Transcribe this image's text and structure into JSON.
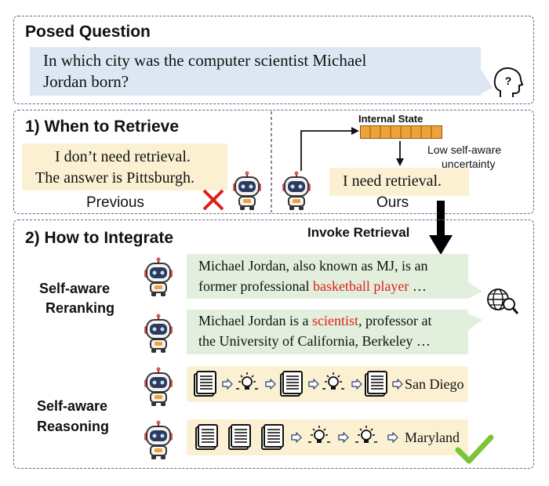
{
  "posed": {
    "title": "Posed Question",
    "question_line1": "In which city was the computer scientist Michael",
    "question_line2": "Jordan born?"
  },
  "when": {
    "title": "1) When to Retrieve",
    "prev_line1": "I don’t need retrieval.",
    "prev_line2": "The answer is Pittsburgh.",
    "prev_caption": "Previous",
    "internal_state": "Internal State",
    "uncertainty_line1": "Low self-aware",
    "uncertainty_line2": "uncertainty",
    "ours_text": "I  need retrieval.",
    "ours_caption": "Ours",
    "invoke": "Invoke Retrieval"
  },
  "how": {
    "title": "2) How to Integrate",
    "rerank_label1": "Self-aware",
    "rerank_label2": "Reranking",
    "reason_label1": "Self-aware",
    "reason_label2": "Reasoning",
    "doc1_line1": "Michael Jordan, also known as MJ, is an",
    "doc1_line2_pre": "former professional ",
    "doc1_line2_red": "basketball player",
    "doc1_line2_post": " …",
    "doc2_line1_pre": "Michael Jordan is a ",
    "doc2_line1_red": "scientist",
    "doc2_line1_post": ", professor at",
    "doc2_line2": "the University of California, Berkeley …",
    "answer1": "San Diego",
    "answer2": "Maryland"
  },
  "colors": {
    "blue_bubble": "#dce7f3",
    "yellow_bubble": "#fbf1d2",
    "green_bubble": "#e1efdc",
    "highlight_red": "#e0201b",
    "state_orange": "#f0a23a",
    "check_green": "#7cc33a",
    "panel_border": "#5b6a85"
  },
  "icons": [
    "head-question-icon",
    "robot-icon",
    "cross-icon",
    "brain-robot-icon",
    "globe-search-icon",
    "document-icon",
    "lightbulb-icon",
    "checkmark-icon",
    "down-arrow-icon"
  ]
}
